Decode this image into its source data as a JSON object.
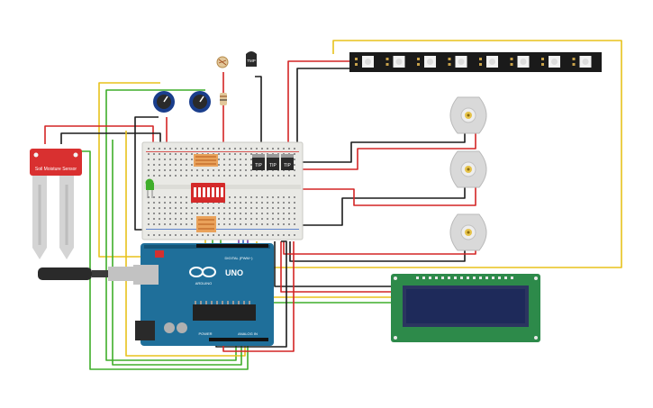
{
  "components": {
    "moisture_sensor": {
      "title": "Soil Moisture Sensor"
    },
    "arduino": {
      "logo": "UNO",
      "brand": "ARDUINO",
      "digital_label": "DIGITAL (PWM~)",
      "power_label": "POWER",
      "analog_label": "ANALOG IN"
    },
    "led_strip": {
      "pixel_count": 8
    },
    "motors": {
      "count": 3
    },
    "lcd": {
      "rows": 2,
      "cols": 16
    },
    "transistors": {
      "label": "TIP"
    },
    "thermistor": {
      "label": "TMP"
    }
  },
  "colors": {
    "wire_red": "#d42525",
    "wire_black": "#1c1c1c",
    "wire_yellow": "#e8c21c",
    "wire_green": "#3fae2a",
    "wire_purple": "#7a3fb0",
    "wire_blue": "#2f62c4",
    "wire_orange": "#e28b22",
    "arduino_blue": "#1f6f9a",
    "breadboard": "#e9e9e5",
    "lcd_board": "#2d8a4a",
    "lcd_screen": "#1e2a5a",
    "sensor_red": "#d93030",
    "dip_switch": "#d42a2a",
    "strip_black": "#1a1a1a"
  }
}
